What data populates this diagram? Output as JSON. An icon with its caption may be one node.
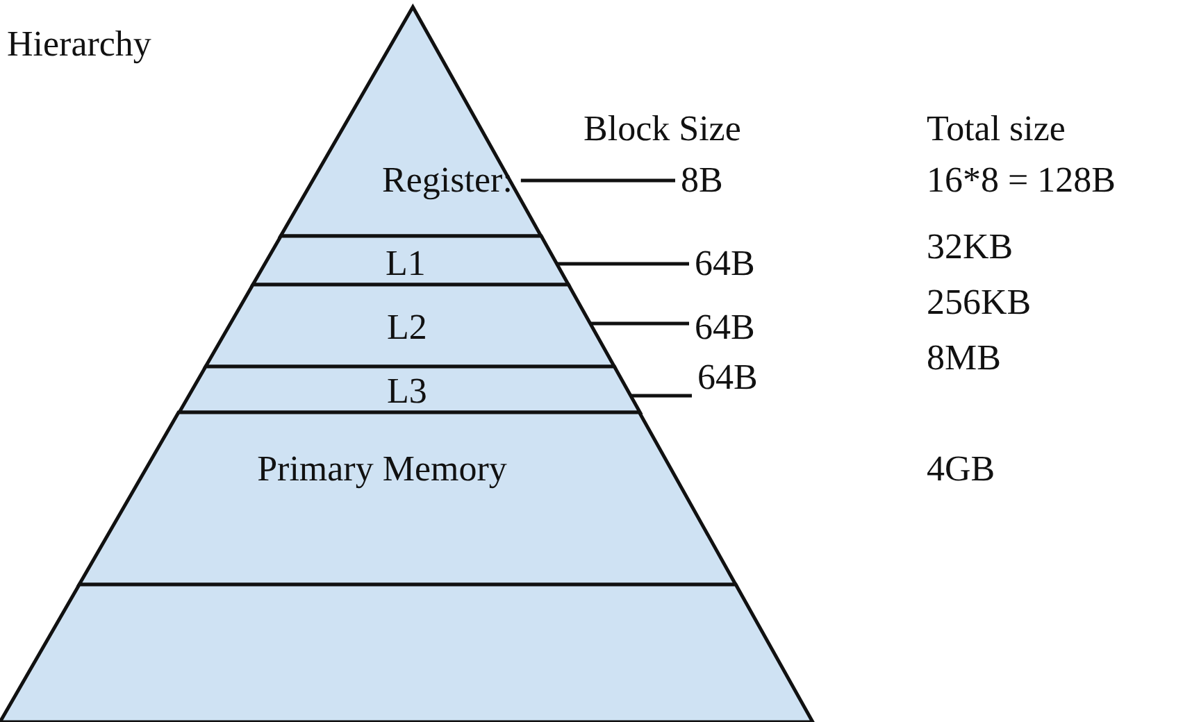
{
  "diagram": {
    "nodes": [
      {
        "text": [
          "Register:"
        ]
      },
      {
        "text": [
          "L1"
        ]
      },
      {
        "text": [
          "L2"
        ]
      },
      {
        "text": [
          "L3"
        ]
      },
      {
        "text": [
          "Primary Memory"
        ]
      },
      {
        "text": [],
        "shape": "trapezoid"
      },
      {
        "text": [
          "8B"
        ]
      },
      {
        "text": [
          "64B"
        ]
      },
      {
        "text": [
          "64B"
        ]
      },
      {
        "text": [
          "64B"
        ]
      }
    ],
    "edges": [
      {
        "from": 6,
        "to": 0,
        "arrow": "none"
      },
      {
        "from": 7,
        "to": 1,
        "arrow": "none"
      },
      {
        "from": 8,
        "to": 2,
        "arrow": "none"
      },
      {
        "from": 9,
        "to": 3,
        "arrow": "none"
      }
    ],
    "labels": [
      "Hierarchy",
      "Block Size",
      "Total size",
      "16*8 = 128B",
      "32KB",
      "256KB",
      "8MB",
      "4GB"
    ]
  }
}
